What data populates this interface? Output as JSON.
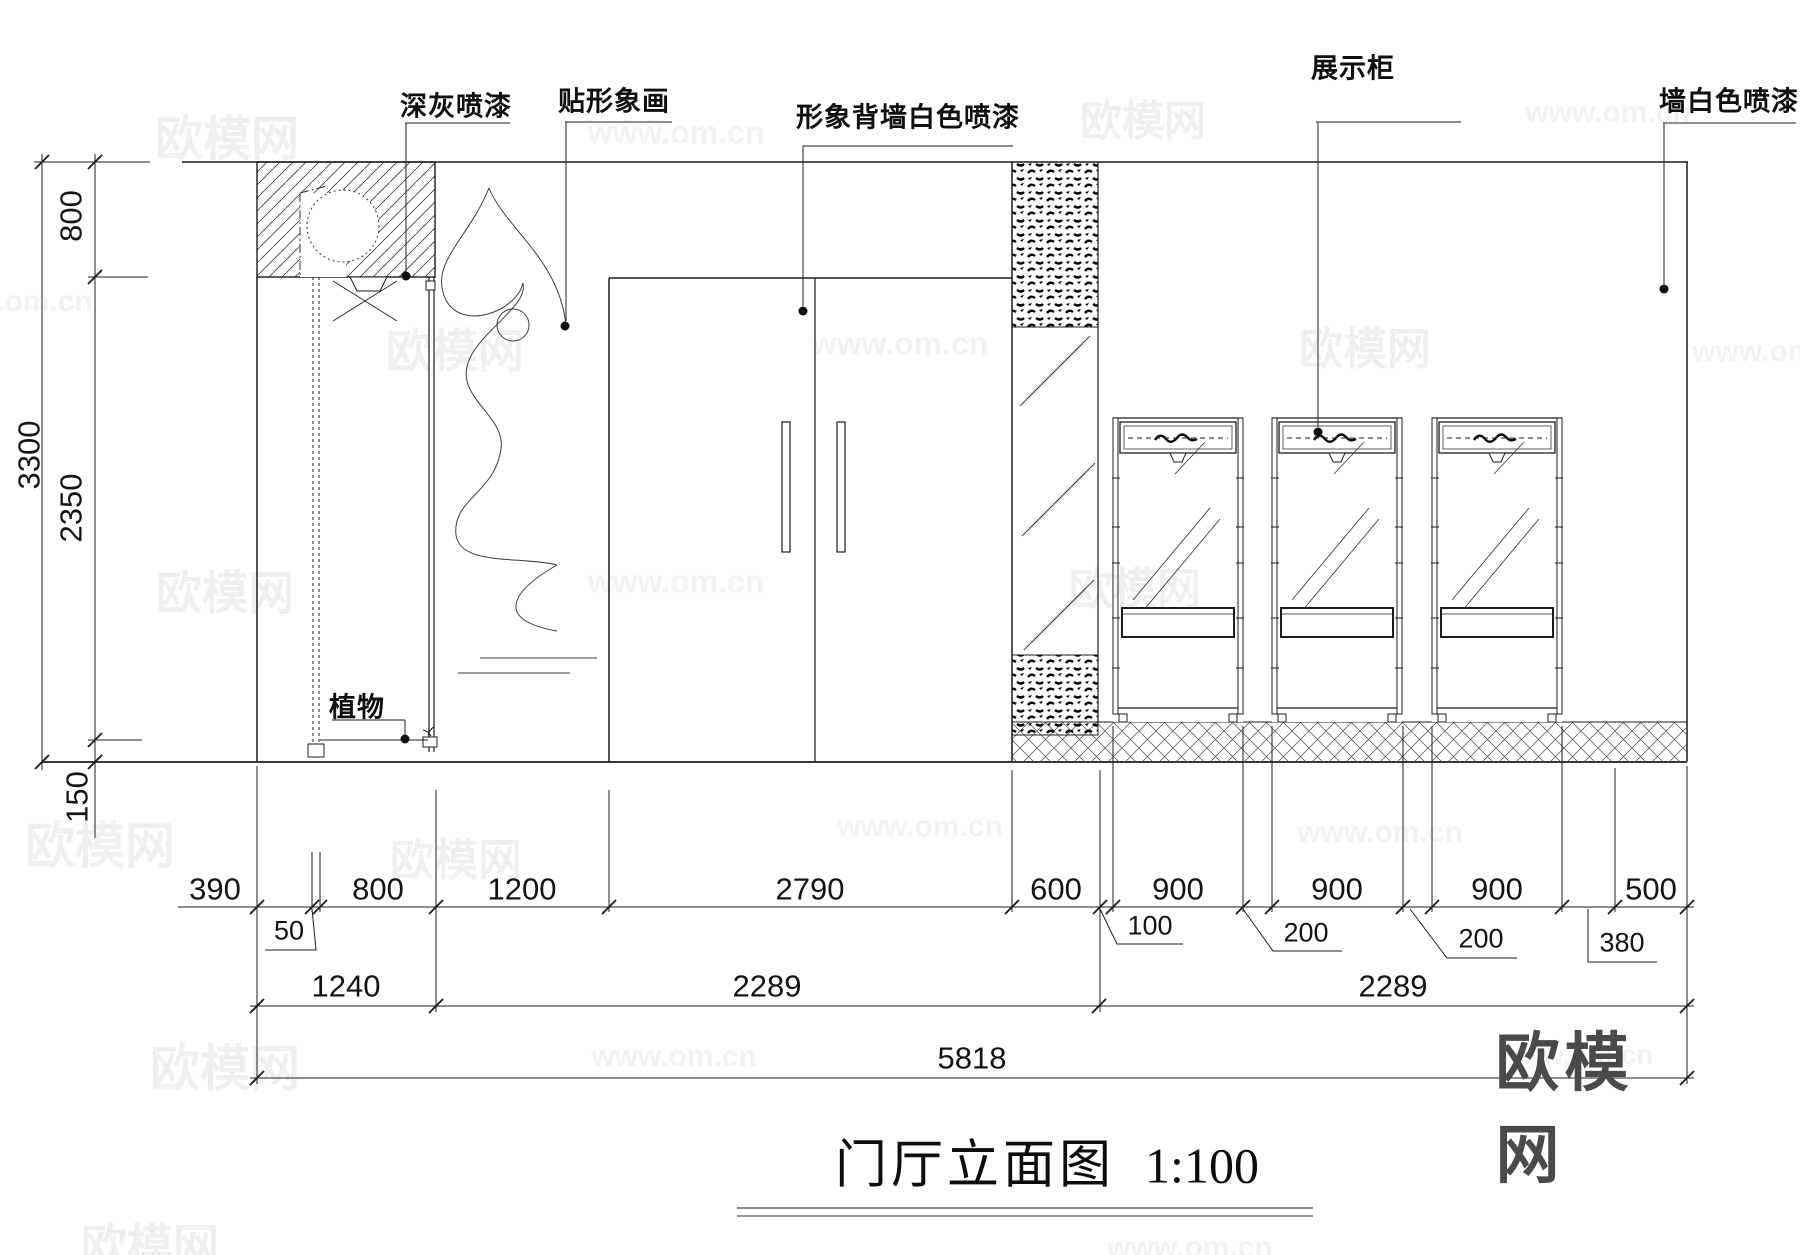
{
  "title": {
    "name": "门厅立面图",
    "scale": "1:100"
  },
  "watermark": {
    "brand": "欧模网",
    "url": "www.om.cn"
  },
  "corner_logo": {
    "brand": "欧模网"
  },
  "callouts": {
    "dark_gray_paint": "深灰喷漆",
    "image_painting": "贴形象画",
    "feature_wall_white_paint": "形象背墙白色喷漆",
    "display_cabinet": "展示柜",
    "wall_white_paint": "墙白色喷漆",
    "plant": "植物"
  },
  "dims": {
    "overall_height": "3300",
    "height_segments": [
      "800",
      "2350",
      "150"
    ],
    "row1": [
      "390",
      "800",
      "1200",
      "2790",
      "600",
      "900",
      "900",
      "900",
      "500"
    ],
    "row1_offsets": [
      "50",
      "100",
      "200",
      "200",
      "380"
    ],
    "row2": [
      "1240",
      "2289",
      "2289"
    ],
    "overall_width": "5818"
  },
  "colors": {
    "line": "#1c1c1c",
    "accent_dot": "#111111",
    "logo_gray": "#4a4a4a"
  }
}
